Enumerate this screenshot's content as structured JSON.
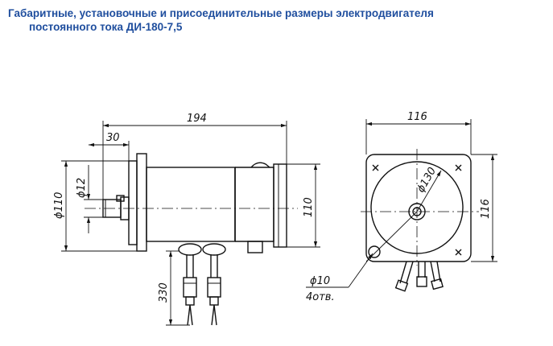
{
  "title": {
    "line1": "Габаритные, установочные и присоединительные размеры электродвигателя",
    "line2": "постоянного тока ДИ-180-7,5"
  },
  "dimensions": {
    "overall_length": "194",
    "shaft_offset": "30",
    "shaft_diameter": "ϕ12",
    "flange_diameter": "ϕ110",
    "body_height": "110",
    "lead_length": "330",
    "end_width": "116",
    "end_height": "116",
    "bolt_circle": "ϕ130",
    "hole_diameter": "ϕ10",
    "hole_count": "4отв."
  },
  "colors": {
    "title": "#1f4e9e",
    "line": "#111111"
  }
}
